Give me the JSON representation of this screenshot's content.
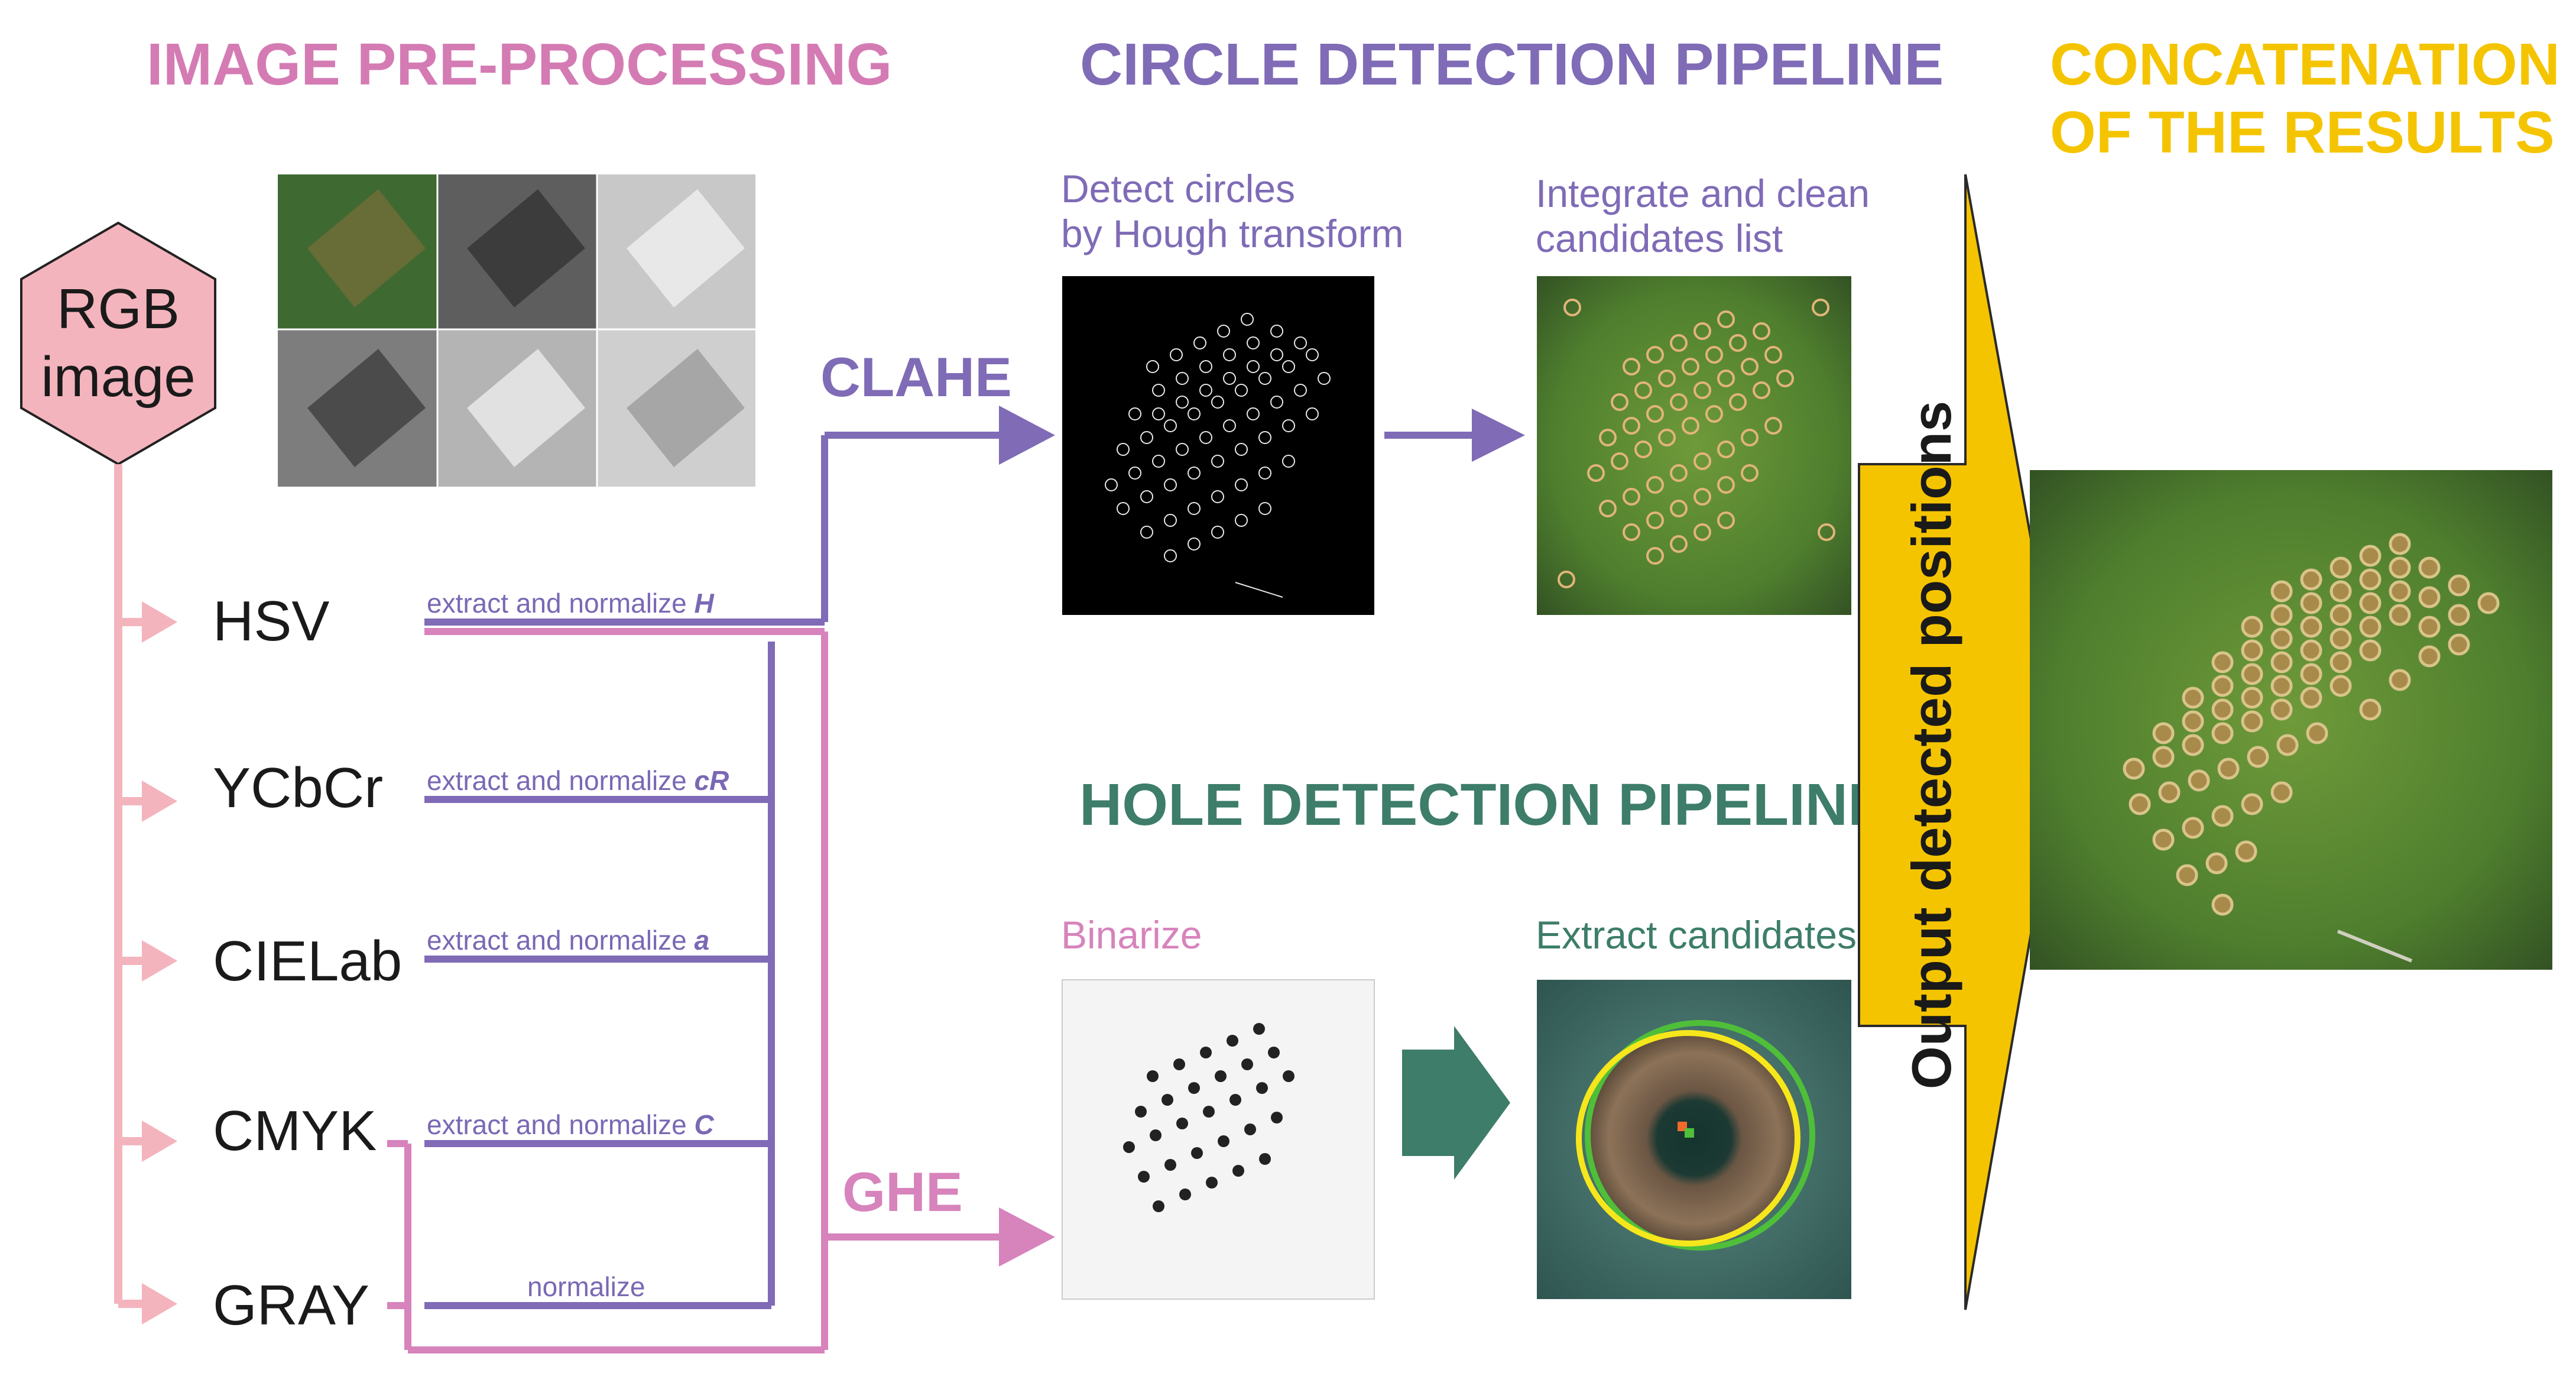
{
  "headers": {
    "preprocessing": "IMAGE PRE-PROCESSING",
    "circle_pipeline": "CIRCLE DETECTION PIPELINE",
    "hole_pipeline": "HOLE DETECTION PIPELINE",
    "concat_line1": "CONCATENATION",
    "concat_line2": "OF THE RESULTS"
  },
  "rgb": {
    "line1": "RGB",
    "line2": "image"
  },
  "color_spaces": [
    {
      "name": "HSV",
      "extract_prefix": "extract and normalize ",
      "channel": "H"
    },
    {
      "name": "YCbCr",
      "extract_prefix": "extract and normalize ",
      "channel": "cR"
    },
    {
      "name": "CIELab",
      "extract_prefix": "extract and normalize ",
      "channel": "a"
    },
    {
      "name": "CMYK",
      "extract_prefix": "extract and normalize ",
      "channel": "C"
    },
    {
      "name": "GRAY",
      "extract_prefix": "normalize",
      "channel": ""
    }
  ],
  "equalization": {
    "clahe": "CLAHE",
    "ghe": "GHE"
  },
  "steps": {
    "hough_line1": "Detect circles",
    "hough_line2": "by Hough transform",
    "integrate_line1": "Integrate and clean",
    "integrate_line2": "candidates list",
    "binarize": "Binarize",
    "extract": "Extract candidates",
    "output": "Output detected positions"
  },
  "colors": {
    "pink_header": "#d47bb4",
    "purple": "#7f6bb6",
    "teal": "#3d7d6a",
    "gold": "#f5c400",
    "pink_line": "#f4b4bd",
    "magenta_line": "#d783bc",
    "hexagon": "#f4b4bd"
  }
}
